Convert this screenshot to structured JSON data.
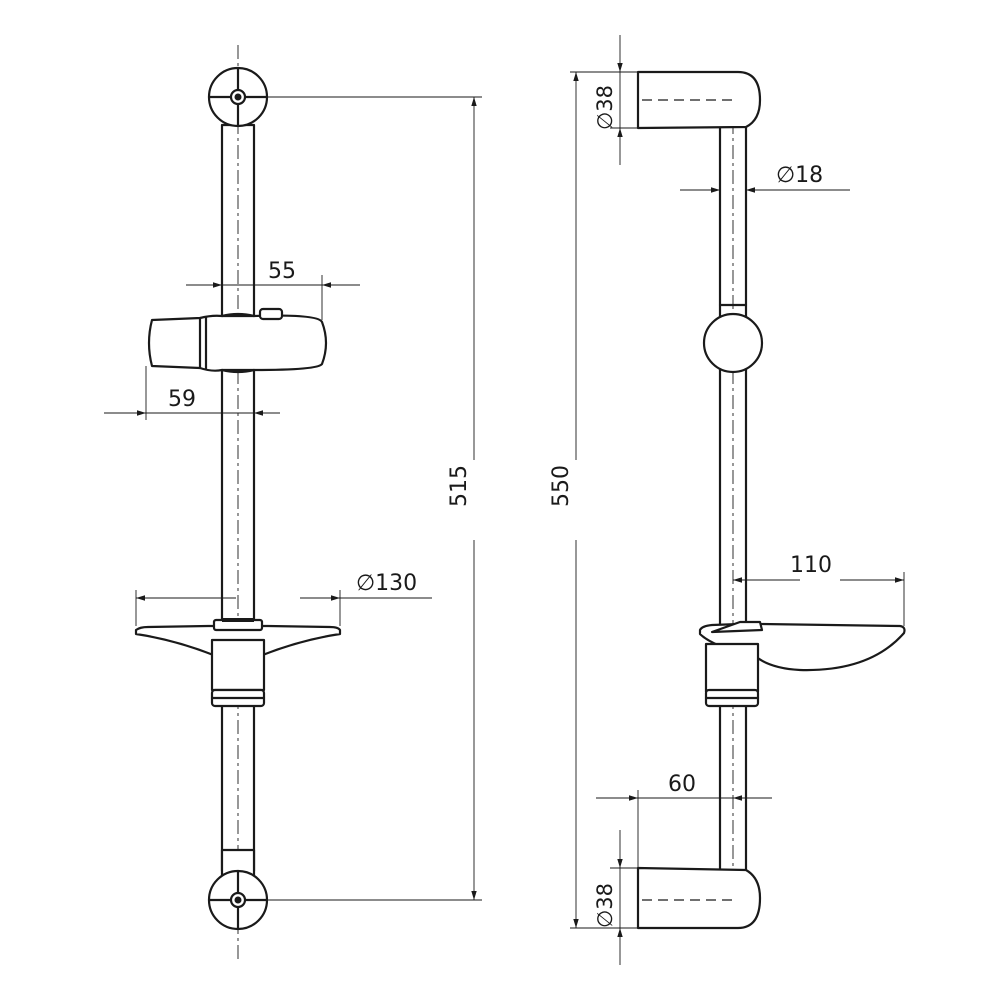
{
  "colors": {
    "line": "#1a1a1a",
    "background": "#ffffff"
  },
  "front_view": {
    "dimensions": {
      "slider_width": "55",
      "slider_offset": "59",
      "dish_diameter": "∅130",
      "rail_centers": "515"
    }
  },
  "side_view": {
    "dimensions": {
      "top_bracket_diameter": "∅38",
      "rail_diameter": "∅18",
      "overall_height": "550",
      "dish_depth": "110",
      "wall_offset": "60",
      "bottom_bracket_diameter": "∅38"
    }
  }
}
